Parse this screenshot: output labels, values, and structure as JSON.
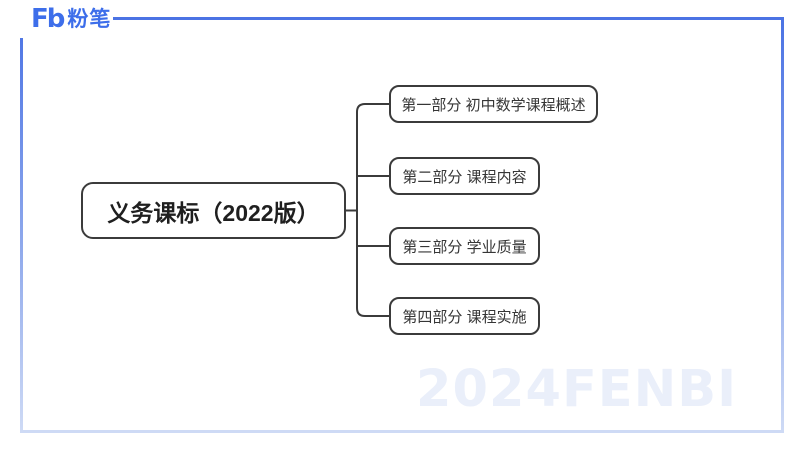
{
  "brand": {
    "logo_mark": "Fb",
    "logo_text": "粉笔",
    "logo_color": "#3d6eea"
  },
  "mindmap": {
    "root": {
      "label": "义务课标（2022版）"
    },
    "children": [
      {
        "label": "第一部分 初中数学课程概述"
      },
      {
        "label": "第二部分 课程内容"
      },
      {
        "label": "第三部分 学业质量"
      },
      {
        "label": "第四部分 课程实施"
      }
    ]
  },
  "watermark": {
    "text": "2024FENBI"
  },
  "colors": {
    "frame_gradient_top": "#4b73e4",
    "frame_gradient_bottom": "#cedaf5",
    "node_border": "#3b3b3b",
    "root_text": "#1f1f1f",
    "child_text": "#363636",
    "watermark_text": "#eaeffa"
  }
}
